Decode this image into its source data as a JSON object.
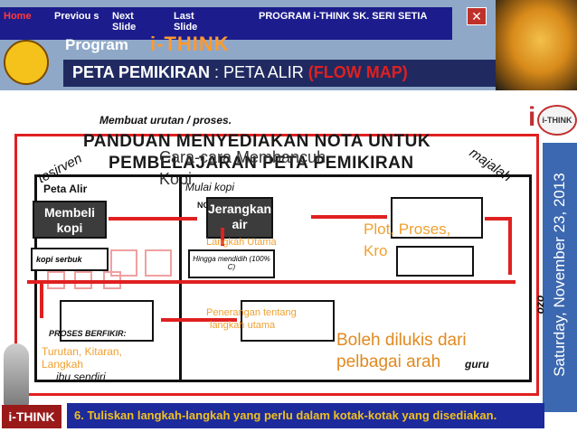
{
  "nav": {
    "home": "Home",
    "previous": "Previou s",
    "next": "Next Slide",
    "last": "Last Slide",
    "program": "PROGRAM i-THINK  SK. SERI SETIA"
  },
  "header": {
    "program_label": "Program",
    "brand": "i-THINK",
    "peta_prefix": "PETA PEMIKIRAN",
    "colon": " : ",
    "peta_alir": "PETA ALIR",
    "paren_open": " (",
    "flow_map": "FLOW MAP",
    "paren_close": ")"
  },
  "sidebar": {
    "date": "Saturday, November 23, 2013",
    "badge": "i-THINK"
  },
  "content": {
    "subtitle": "Membuat urutan / proses.",
    "panduan_line1": "PANDUAN MENYEDIAKAN NOTA UNTUK",
    "panduan_line2": "PEMBELAJARAN PETA PEMIKIRAN",
    "cara": "Cara-cara Membancuh",
    "kopi": "Kopi",
    "peta_alir_label": "Peta Alir",
    "mulai": "Mulai kopi",
    "nota": "NOTA",
    "box1": "Membeli kopi",
    "box2": "Jerangkan air",
    "langkah_utama": "Langkah Utama",
    "plot": "Plot, Proses,",
    "kro": "Kro",
    "kopi_serbuk": "kopi serbuk",
    "hingga": "Hingga mendidih (100% C)",
    "penerangan1": "Penerangan tentang",
    "penerangan2": "langkah utama",
    "proses_berfikir": "PROSES BERFIKIR:",
    "turutan1": "Turutan, Kitaran,",
    "turutan2": "Langkah",
    "boleh1": "Boleh dilukis dari",
    "boleh2": "pelbagai arah",
    "guru": "guru",
    "ibu": "ibu sendiri",
    "ozo": "ozo",
    "tesirven": "tesirven",
    "majalah": "majalah"
  },
  "footer": {
    "text": "6. Tuliskan langkah-langkah yang perlu dalam kotak-kotak yang disediakan."
  },
  "colors": {
    "nav_bg": "#1c1c8c",
    "accent_red": "#e02020",
    "date_bar": "#3b68b0",
    "footer_bg": "#1c2a9c"
  }
}
